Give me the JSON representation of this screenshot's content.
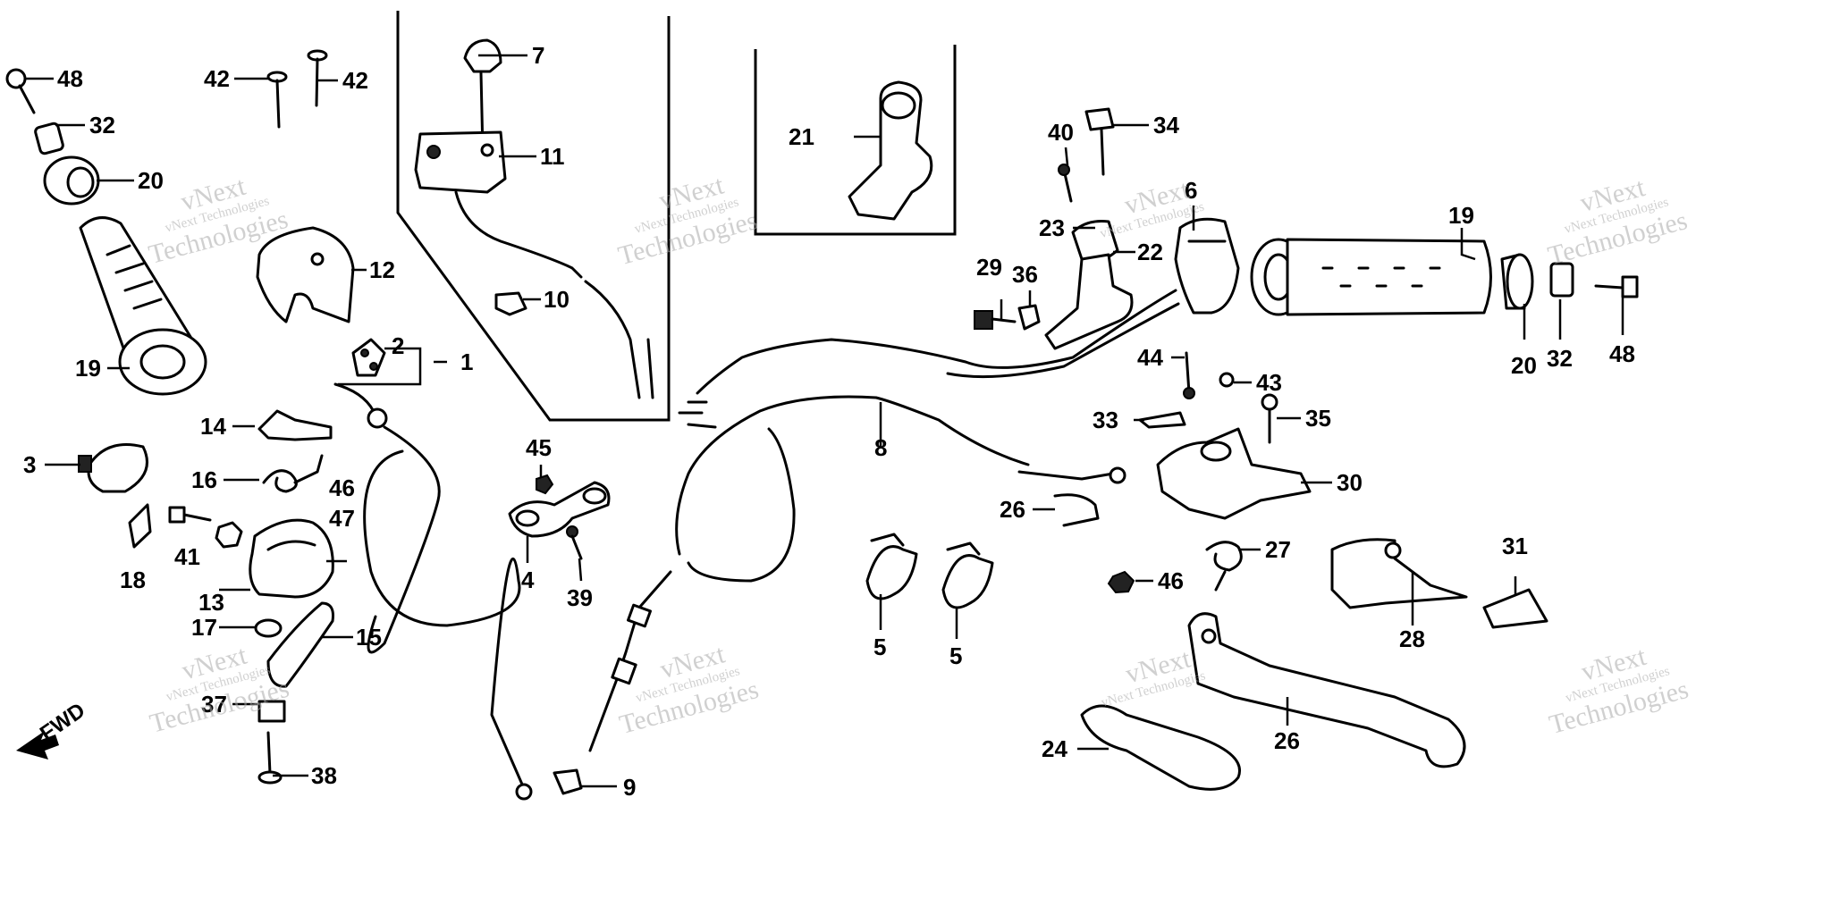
{
  "diagram": {
    "fwd_label": "FWD",
    "watermark": {
      "small": "vNext Technologies",
      "big_a": "vNext",
      "big_b": "Technologies"
    },
    "callouts": {
      "c1": "1",
      "c2": "2",
      "c3": "3",
      "c4": "4",
      "c5a": "5",
      "c5b": "5",
      "c6": "6",
      "c7": "7",
      "c8": "8",
      "c9": "9",
      "c10": "10",
      "c11": "11",
      "c12": "12",
      "c13": "13",
      "c14": "14",
      "c15": "15",
      "c16": "16",
      "c17": "17",
      "c18": "18",
      "c19a": "19",
      "c19b": "19",
      "c20a": "20",
      "c20b": "20",
      "c21": "21",
      "c22": "22",
      "c23": "23",
      "c24": "24",
      "c26a": "26",
      "c26b": "26",
      "c27": "27",
      "c28": "28",
      "c29": "29",
      "c30": "30",
      "c31": "31",
      "c32a": "32",
      "c32b": "32",
      "c33": "33",
      "c34": "34",
      "c35": "35",
      "c36": "36",
      "c37": "37",
      "c38": "38",
      "c39": "39",
      "c40": "40",
      "c41": "41",
      "c42a": "42",
      "c42b": "42",
      "c43": "43",
      "c44": "44",
      "c45": "45",
      "c46a": "46",
      "c46b": "46",
      "c47": "47",
      "c48a": "48",
      "c48b": "48"
    }
  }
}
